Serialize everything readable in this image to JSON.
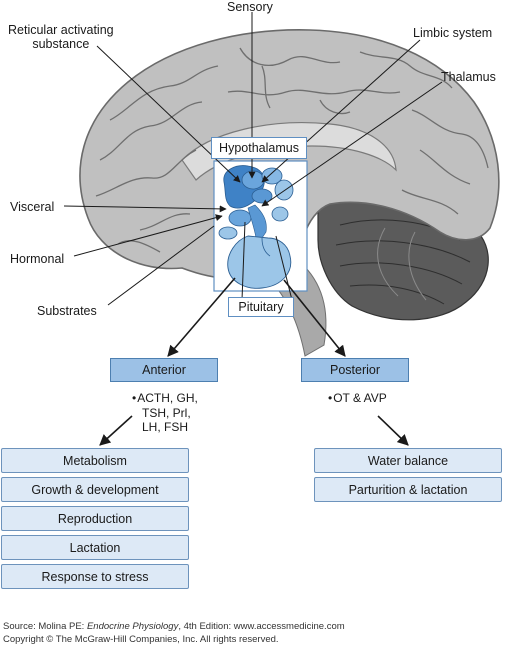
{
  "labels": {
    "sensory": "Sensory",
    "reticular": "Reticular activating\nsubstance",
    "limbic": "Limbic system",
    "thalamus": "Thalamus",
    "visceral": "Visceral",
    "hormonal": "Hormonal",
    "substrates": "Substrates",
    "hypothalamus": "Hypothalamus",
    "pituitary": "Pituitary"
  },
  "anterior": {
    "title": "Anterior",
    "hormones": [
      "ACTH, GH,",
      "TSH, Prl,",
      "LH, FSH"
    ],
    "functions": [
      "Metabolism",
      "Growth & development",
      "Reproduction",
      "Lactation",
      "Response to stress"
    ]
  },
  "posterior": {
    "title": "Posterior",
    "hormones": [
      "OT & AVP"
    ],
    "functions": [
      "Water balance",
      "Parturition & lactation"
    ]
  },
  "source": {
    "prefix": "Source: Molina PE: ",
    "book": "Endocrine Physiology",
    "suffix": ", 4th Edition: www.accessmedicine.com",
    "copyright": "Copyright © The McGraw-Hill Companies, Inc. All rights reserved."
  },
  "colors": {
    "brain": "#b9b9b9",
    "brain_dark": "#8c8c8c",
    "hypothalamus_light": "#9cc6e8",
    "hypothalamus_dark": "#3f82c6",
    "box_fill": "#dde9f6",
    "header_fill": "#9cc1e6"
  }
}
